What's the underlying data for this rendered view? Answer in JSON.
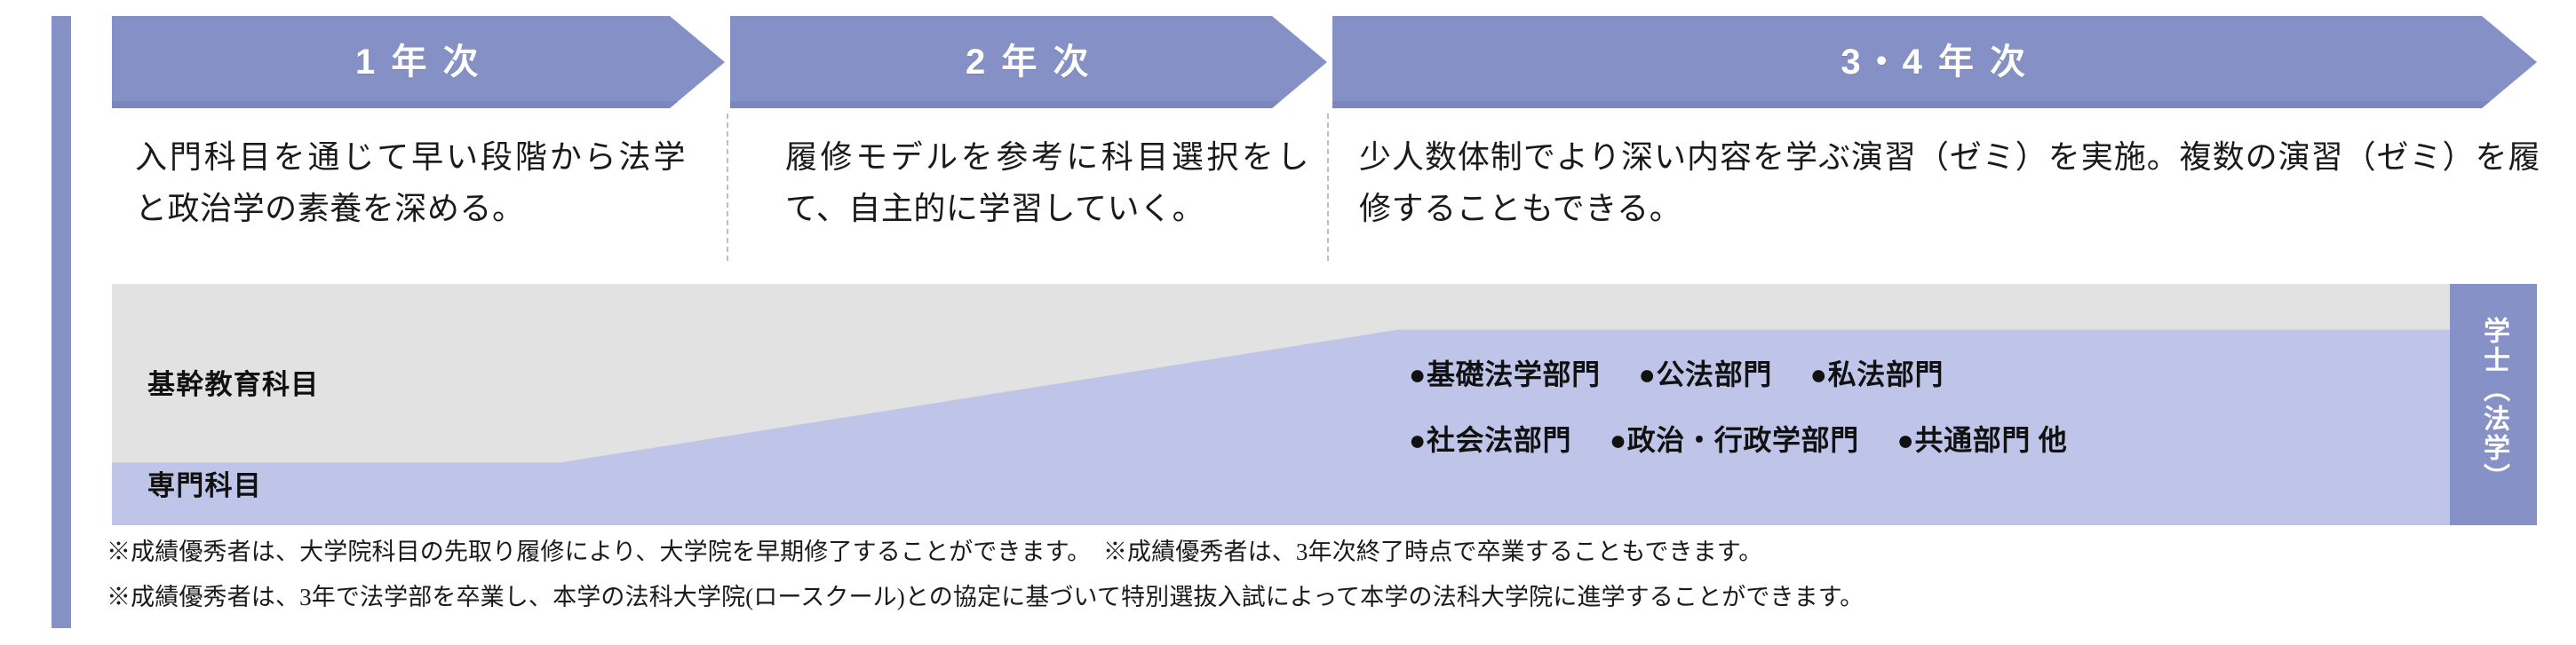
{
  "accent": {
    "periwinkle": "#8691c7",
    "chevron": "#8591c6",
    "chevron_shade": "#7c88bd",
    "band_grey": "#e2e2e2",
    "band_lavender": "#bfc5e8",
    "text": "#1a1a1a"
  },
  "stages": [
    {
      "label": "1 年 次",
      "description": "入門科目を通じて早い段階から法学と政治学の素養を深める。"
    },
    {
      "label": "2 年 次",
      "description": "履修モデルを参考に科目選択をして、自主的に学習していく。"
    },
    {
      "label": "3・4 年 次",
      "description": "少人数体制でより深い内容を学ぶ演習（ゼミ）を実施。複数の演習（ゼミ）を履修することもできる。"
    }
  ],
  "band": {
    "upper_label": "基幹教育科目",
    "lower_label": "専門科目",
    "bullet_rows": [
      [
        "●基礎法学部門",
        "●公法部門",
        "●私法部門"
      ],
      [
        "●社会法部門",
        "●政治・行政学部門",
        "●共通部門 他"
      ]
    ]
  },
  "degree": {
    "label": "学士（法学）"
  },
  "notes": [
    "※成績優秀者は、大学院科目の先取り履修により、大学院を早期修了することができます。　※成績優秀者は、3年次終了時点で卒業することもできます。",
    "※成績優秀者は、3年で法学部を卒業し、本学の法科大学院(ロースクール)との協定に基づいて特別選抜入試によって本学の法科大学院に進学することができます。"
  ]
}
